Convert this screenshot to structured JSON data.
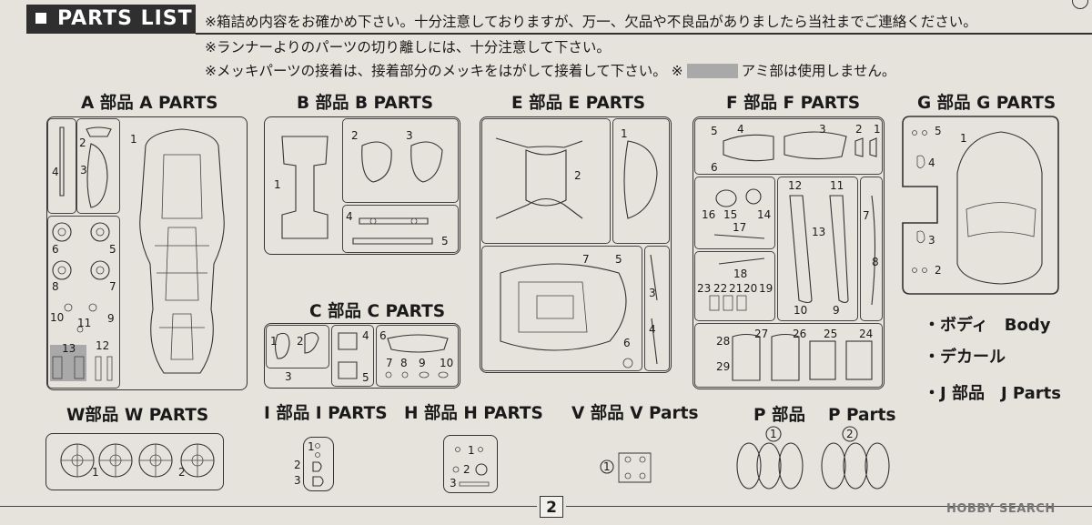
{
  "header": {
    "title": "PARTS LIST"
  },
  "notes": [
    "※箱詰め内容をお確かめ下さい。十分注意しておりますが、万一、欠品や不良品がありましたら当社までご連絡ください。",
    "※ランナーよりのパーツの切り離しには、十分注意して下さい。",
    "※メッキパーツの接着は、接着部分のメッキをはがして接着して下さい。 ※",
    "アミ部は使用しません。"
  ],
  "runners": {
    "A": {
      "title": "A 部品 A PARTS",
      "labels": [
        "1",
        "2",
        "3",
        "4",
        "5",
        "6",
        "7",
        "8",
        "9",
        "10",
        "11",
        "12",
        "13"
      ]
    },
    "B": {
      "title": "B 部品 B PARTS",
      "labels": [
        "1",
        "2",
        "3",
        "4",
        "5"
      ]
    },
    "E": {
      "title": "E 部品 E PARTS",
      "labels": [
        "1",
        "2",
        "3",
        "4",
        "5",
        "6",
        "7"
      ]
    },
    "F": {
      "title": "F 部品 F PARTS",
      "labels": [
        "1",
        "2",
        "3",
        "4",
        "5",
        "6",
        "7",
        "8",
        "9",
        "10",
        "11",
        "12",
        "13",
        "14",
        "15",
        "16",
        "17",
        "18",
        "19",
        "20",
        "21",
        "22",
        "23",
        "24",
        "25",
        "26",
        "27",
        "28",
        "29"
      ]
    },
    "G": {
      "title": "G 部品 G PARTS",
      "labels": [
        "1",
        "2",
        "3",
        "4",
        "5"
      ]
    },
    "C": {
      "title": "C 部品 C PARTS",
      "labels": [
        "1",
        "2",
        "3",
        "4",
        "5",
        "6",
        "7",
        "8",
        "9",
        "10"
      ]
    },
    "W": {
      "title": "W部品 W PARTS",
      "labels": [
        "1",
        "2"
      ]
    },
    "I": {
      "title": "I 部品 I PARTS",
      "labels": [
        "1",
        "2",
        "3"
      ]
    },
    "H": {
      "title": "H 部品 H PARTS",
      "labels": [
        "1",
        "2",
        "3"
      ]
    },
    "V": {
      "title": "V 部品 V Parts",
      "labels": [
        "1"
      ]
    },
    "P": {
      "title": "P 部品　 P Parts",
      "labels": [
        "1",
        "2"
      ]
    }
  },
  "legend": {
    "body": "・ボディ　Body",
    "decal": "・デカール",
    "j_parts": "・J 部品　J Parts"
  },
  "page_number": "2",
  "watermark": "HOBBY SEARCH"
}
